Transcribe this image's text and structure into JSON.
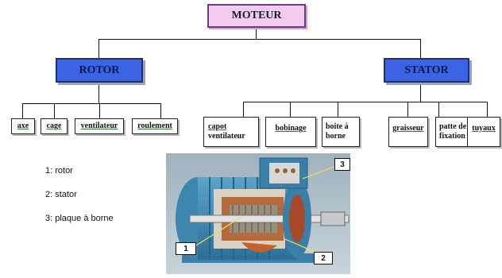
{
  "root": {
    "label": "MOTEUR"
  },
  "branches": {
    "rotor": {
      "label": "ROTOR",
      "children": [
        "axe",
        "cage",
        "ventilateur",
        "roulement"
      ]
    },
    "stator": {
      "label": "STATOR",
      "children": [
        {
          "line1": "capot",
          "line2": "ventilateur"
        },
        {
          "line1": "bobinage",
          "line2": ""
        },
        {
          "line1": "boite à",
          "line2": "borne"
        },
        {
          "line1": "graisseur",
          "line2": ""
        },
        {
          "line1": "patte de",
          "line2": "fixation"
        },
        {
          "line1": "tuyaux",
          "line2": ""
        }
      ]
    }
  },
  "legend": [
    "1: rotor",
    "2: stator",
    "3: plaque à borne"
  ],
  "callouts": [
    "1",
    "2",
    "3"
  ],
  "colors": {
    "root_fill": "#f2cbee",
    "branch_fill": "#3b63e3",
    "motor_body": "#4a90b8"
  }
}
